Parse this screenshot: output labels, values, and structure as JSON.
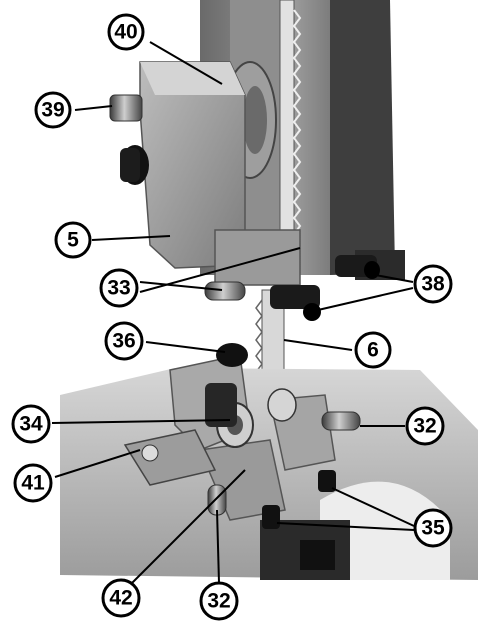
{
  "callouts": {
    "c40": "40",
    "c39": "39",
    "c5": "5",
    "c33": "33",
    "c38": "38",
    "c36": "36",
    "c6": "6",
    "c34": "34",
    "c32a": "32",
    "c41": "41",
    "c35": "35",
    "c42": "42",
    "c32b": "32"
  }
}
